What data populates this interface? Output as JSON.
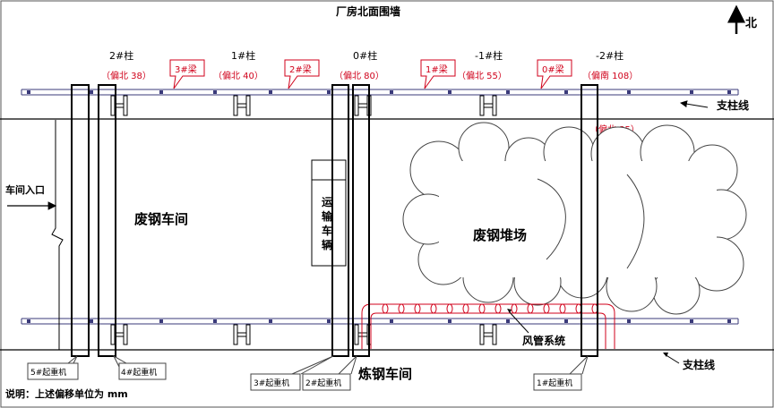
{
  "title": "厂房北面围墙",
  "north": "北",
  "support_line_label": "支柱线",
  "entrance_label": "车间入口",
  "scrap_workshop_label": "废钢车间",
  "vehicle_label": [
    "运",
    "输",
    "车",
    "辆"
  ],
  "scrap_yard_label": "废钢堆场",
  "duct_label": "风管系统",
  "steelmaking_label": "炼钢车间",
  "note": "说明：上述偏移单位为 mm",
  "pillars": [
    {
      "name": "2#柱",
      "offset": "（偏北 38）"
    },
    {
      "name": "1#柱",
      "offset": "（偏北 40）"
    },
    {
      "name": "0#柱",
      "offset": "（偏北 80）"
    },
    {
      "name": "-1#柱",
      "offset": "（偏北 55）"
    },
    {
      "name": "-2#柱",
      "offset": "（偏南 108）"
    }
  ],
  "beams": [
    "3#梁",
    "2#梁",
    "1#梁",
    "0#梁"
  ],
  "extra_offset": "（偏北 35）",
  "cranes": [
    "5#起重机",
    "4#起重机",
    "3#起重机",
    "2#起重机",
    "1#起重机"
  ],
  "colors": {
    "accent": "#d0021b",
    "rail": "#3a3a7a"
  }
}
